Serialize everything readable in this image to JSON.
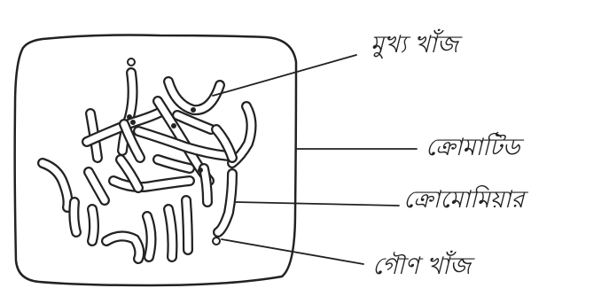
{
  "labels": [
    "মুখ্য খাঁজ",
    "ক্রোমাটিড",
    "ক্রোমোমিয়ার",
    "গৌণ খাঁজ"
  ],
  "colors": {
    "ink": "#222222",
    "background": "#ffffff"
  }
}
